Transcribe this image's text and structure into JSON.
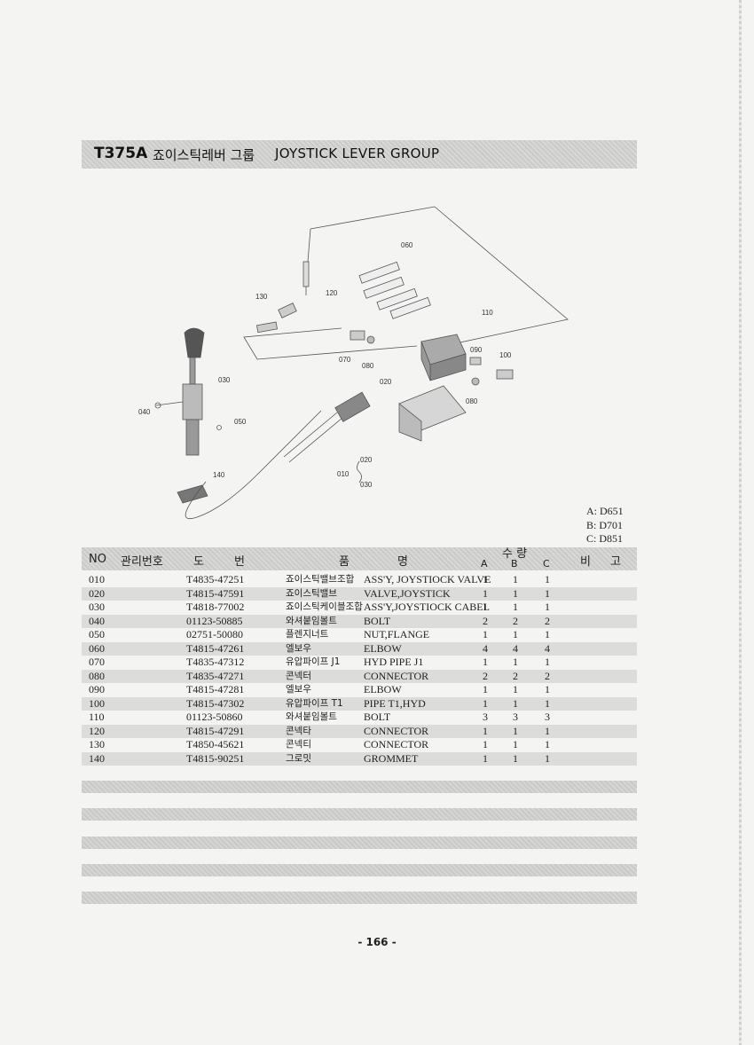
{
  "title": {
    "code": "T375A",
    "ko": "죠이스틱레버 그룹",
    "en": "JOYSTICK LEVER GROUP"
  },
  "diagram_labels": [
    "060",
    "120",
    "130",
    "110",
    "070",
    "080",
    "090",
    "100",
    "020",
    "030",
    "040",
    "050",
    "080",
    "140",
    "010",
    "020",
    "030"
  ],
  "variants": [
    "A: D651",
    "B: D701",
    "C: D851"
  ],
  "header": {
    "no": "NO",
    "mgmt": "관리번호",
    "do": "도",
    "beon": "번",
    "pum": "품",
    "myeong": "명",
    "qty": "수 량",
    "a": "A",
    "b": "B",
    "c": "C",
    "bi": "비",
    "go": "고"
  },
  "parts": [
    {
      "no": "010",
      "dwg": "T4835-47251",
      "ko": "죠이스틱밸브조합",
      "en": "ASS'Y, JOYSTIOCK VALVE",
      "a": "1",
      "b": "1",
      "c": "1"
    },
    {
      "no": "020",
      "dwg": "T4815-47591",
      "ko": "죠이스틱밸브",
      "en": "VALVE,JOYSTICK",
      "a": "1",
      "b": "1",
      "c": "1"
    },
    {
      "no": "030",
      "dwg": "T4818-77002",
      "ko": "죠이스틱케이블조합",
      "en": "ASS'Y,JOYSTIOCK CABEL",
      "a": "1",
      "b": "1",
      "c": "1"
    },
    {
      "no": "040",
      "dwg": "01123-50885",
      "ko": "와셔붙임볼트",
      "en": "BOLT",
      "a": "2",
      "b": "2",
      "c": "2"
    },
    {
      "no": "050",
      "dwg": "02751-50080",
      "ko": "플렌지너트",
      "en": "NUT,FLANGE",
      "a": "1",
      "b": "1",
      "c": "1"
    },
    {
      "no": "060",
      "dwg": "T4815-47261",
      "ko": "엘보우",
      "en": "ELBOW",
      "a": "4",
      "b": "4",
      "c": "4"
    },
    {
      "no": "070",
      "dwg": "T4835-47312",
      "ko": "유압파이프 J1",
      "en": "HYD PIPE J1",
      "a": "1",
      "b": "1",
      "c": "1"
    },
    {
      "no": "080",
      "dwg": "T4835-47271",
      "ko": "콘넥터",
      "en": "CONNECTOR",
      "a": "2",
      "b": "2",
      "c": "2"
    },
    {
      "no": "090",
      "dwg": "T4815-47281",
      "ko": "엘보우",
      "en": "ELBOW",
      "a": "1",
      "b": "1",
      "c": "1"
    },
    {
      "no": "100",
      "dwg": "T4815-47302",
      "ko": "유압파이프 T1",
      "en": "PIPE T1,HYD",
      "a": "1",
      "b": "1",
      "c": "1"
    },
    {
      "no": "110",
      "dwg": "01123-50860",
      "ko": "와셔붙임볼트",
      "en": "BOLT",
      "a": "3",
      "b": "3",
      "c": "3"
    },
    {
      "no": "120",
      "dwg": "T4815-47291",
      "ko": "콘넥타",
      "en": "CONNECTOR",
      "a": "1",
      "b": "1",
      "c": "1"
    },
    {
      "no": "130",
      "dwg": "T4850-45621",
      "ko": "콘넥티",
      "en": "CONNECTOR",
      "a": "1",
      "b": "1",
      "c": "1"
    },
    {
      "no": "140",
      "dwg": "T4815-90251",
      "ko": "그로밋",
      "en": "GROMMET",
      "a": "1",
      "b": "1",
      "c": "1"
    }
  ],
  "page_number": "- 166 -"
}
